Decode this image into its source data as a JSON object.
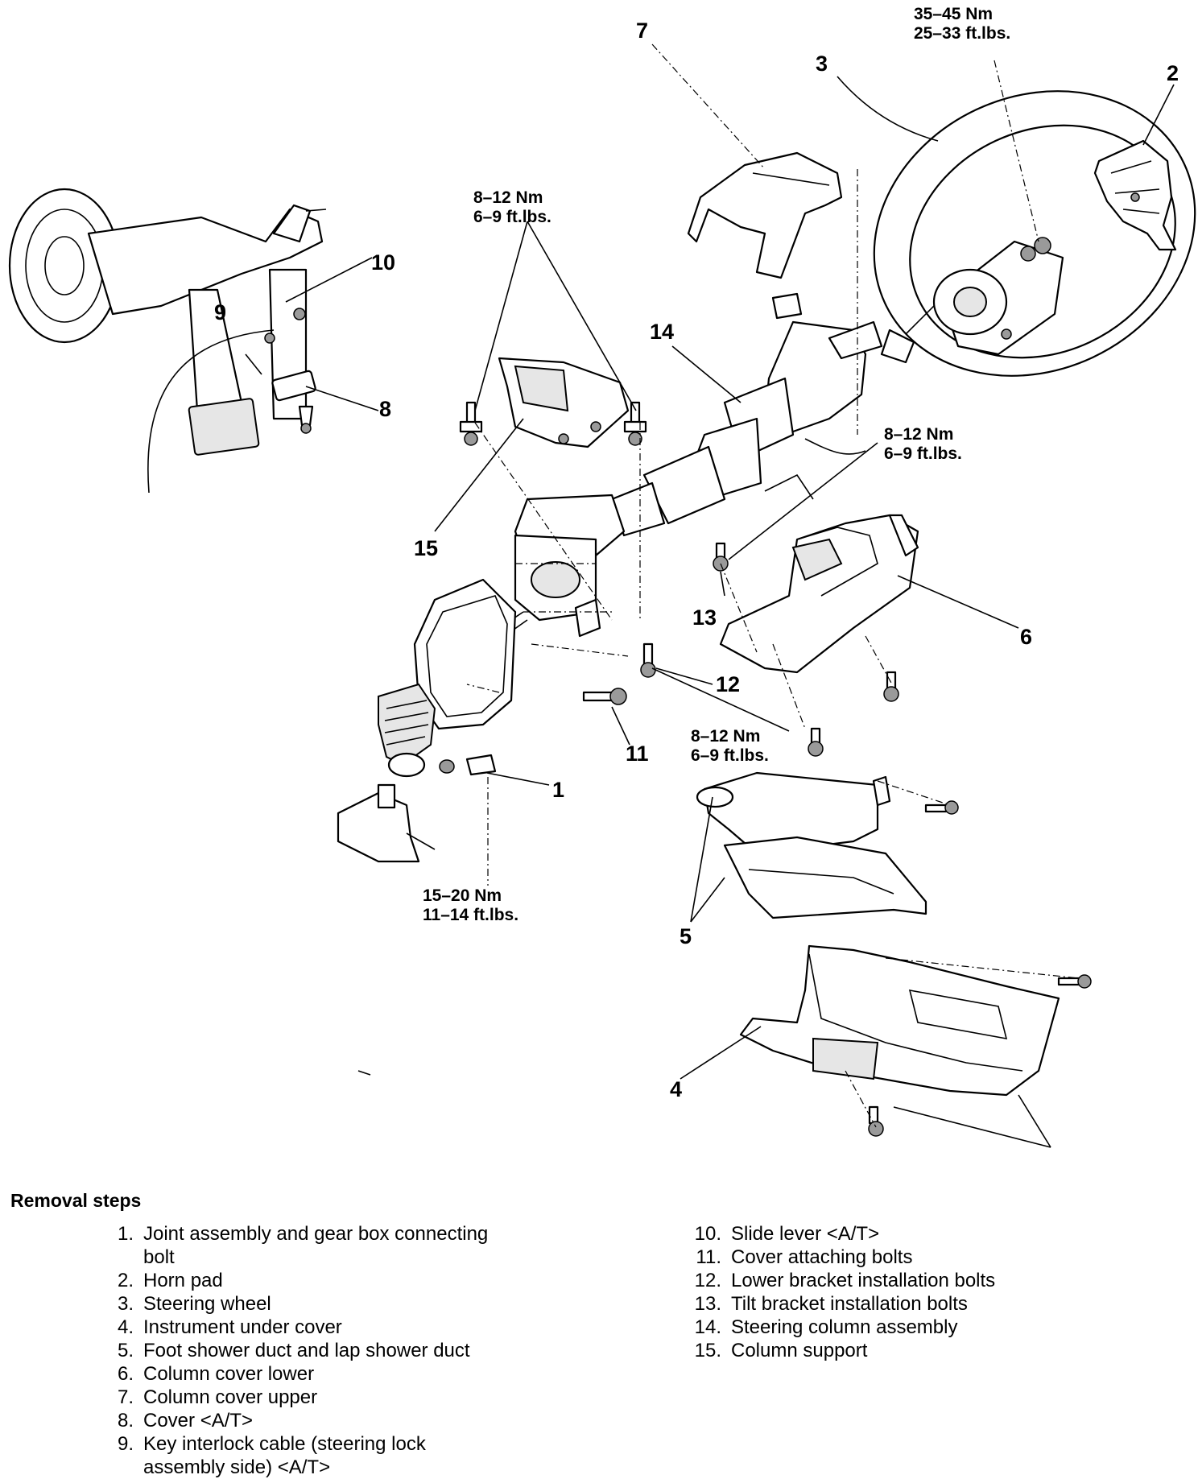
{
  "diagram": {
    "callouts": {
      "c1": "1",
      "c2": "2",
      "c3": "3",
      "c4": "4",
      "c5": "5",
      "c6": "6",
      "c7": "7",
      "c8": "8",
      "c9": "9",
      "c10": "10",
      "c11": "11",
      "c12": "12",
      "c13": "13",
      "c14": "14",
      "c15": "15"
    },
    "torque_specs": {
      "steering_wheel": {
        "nm": "35–45 Nm",
        "ftlbs": "25–33 ft.lbs."
      },
      "column_support": {
        "nm": "8–12 Nm",
        "ftlbs": "6–9 ft.lbs."
      },
      "tilt_bracket": {
        "nm": "8–12 Nm",
        "ftlbs": "6–9 ft.lbs."
      },
      "lower_bracket": {
        "nm": "8–12 Nm",
        "ftlbs": "6–9 ft.lbs."
      },
      "joint_bolt": {
        "nm": "15–20 Nm",
        "ftlbs": "11–14 ft.lbs."
      }
    }
  },
  "removal_steps": {
    "title": "Removal steps",
    "left": [
      {
        "num": "1.",
        "text": "Joint assembly and gear box connecting",
        "cont": "bolt"
      },
      {
        "num": "2.",
        "text": "Horn pad"
      },
      {
        "num": "3.",
        "text": "Steering wheel"
      },
      {
        "num": "4.",
        "text": "Instrument under cover"
      },
      {
        "num": "5.",
        "text": "Foot shower duct and lap shower duct"
      },
      {
        "num": "6.",
        "text": "Column cover lower"
      },
      {
        "num": "7.",
        "text": "Column cover upper"
      },
      {
        "num": "8.",
        "text": "Cover <A/T>"
      },
      {
        "num": "9.",
        "text": "Key interlock cable (steering lock",
        "cont": "assembly side) <A/T>"
      }
    ],
    "right": [
      {
        "num": "10.",
        "text": "Slide lever <A/T>"
      },
      {
        "num": "11.",
        "text": "Cover attaching bolts"
      },
      {
        "num": "12.",
        "text": "Lower bracket installation bolts"
      },
      {
        "num": "13.",
        "text": "Tilt bracket installation bolts"
      },
      {
        "num": "14.",
        "text": "Steering column assembly"
      },
      {
        "num": "15.",
        "text": "Column support"
      }
    ]
  }
}
